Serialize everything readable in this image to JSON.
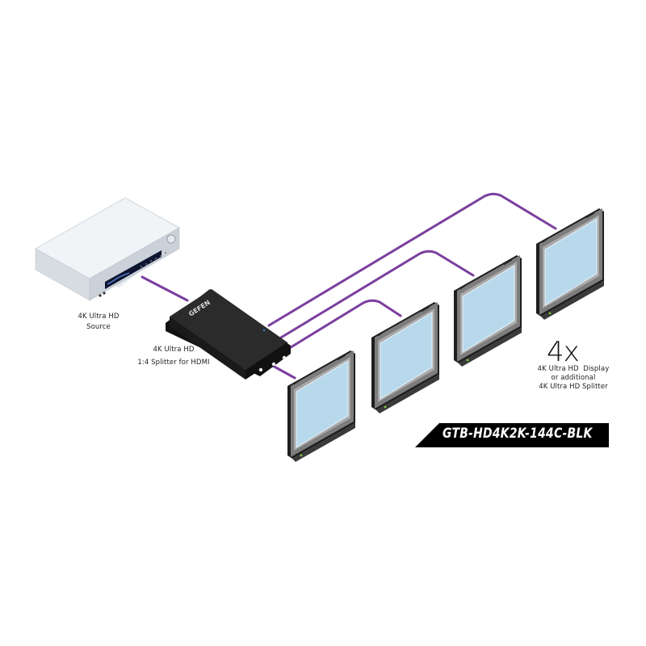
{
  "diagram": {
    "type": "connection-diagram",
    "colors": {
      "cable": "#7b3f9e",
      "screen": "#b8d9ec",
      "monitor_bezel": "#8a8a8a",
      "splitter_body": "#222222",
      "source_body": "#dfe4ea",
      "banner": "#000000"
    },
    "source": {
      "icon": "av-receiver-icon",
      "label_line1": "4K Ultra HD",
      "label_line2": "Source"
    },
    "splitter": {
      "icon": "hdmi-splitter-icon",
      "brand": "GEFEN",
      "label_line1": "4K Ultra HD",
      "label_line2": "1:4 Splitter for HDMI"
    },
    "displays": {
      "count_label": "4x",
      "icon": "monitor-icon",
      "count": 4,
      "label_line1": "4K Ultra HD  Display",
      "label_line2": "or additional",
      "label_line3": "4K Ultra HD Splitter"
    },
    "model_number": "GTB-HD4K2K-144C-BLK",
    "connections": [
      {
        "from": "source",
        "to": "splitter"
      },
      {
        "from": "splitter",
        "to": "display-1"
      },
      {
        "from": "splitter",
        "to": "display-2"
      },
      {
        "from": "splitter",
        "to": "display-3"
      },
      {
        "from": "splitter",
        "to": "display-4"
      }
    ]
  }
}
